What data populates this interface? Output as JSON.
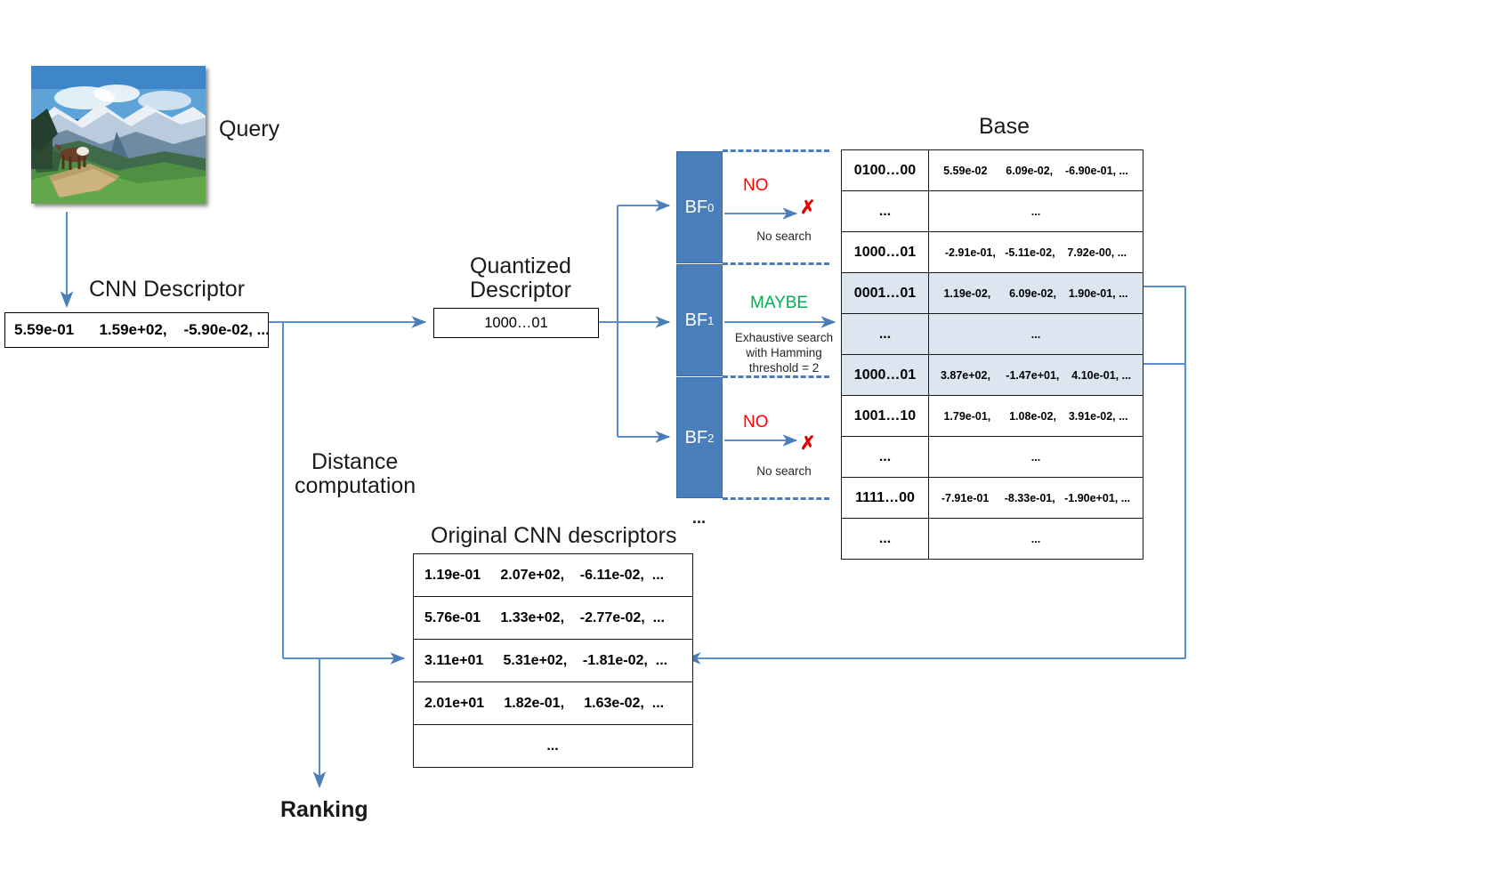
{
  "diagram": {
    "title": "Bloom-filter based CNN descriptor retrieval pipeline",
    "accent_color": "#4a7ebb",
    "no_color": "#ff0000",
    "maybe_color": "#00b050",
    "x_color": "#e00000",
    "highlight_row_color": "#dce6f1"
  },
  "labels": {
    "query": "Query",
    "cnn_descriptor": "CNN Descriptor",
    "quantized_descriptor_line1": "Quantized",
    "quantized_descriptor_line2": "Descriptor",
    "base": "Base",
    "distance_line1": "Distance",
    "distance_line2": "computation",
    "ranking": "Ranking",
    "original_cnn_descriptors": "Original CNN descriptors",
    "bf_ellipsis": "..."
  },
  "cnn_descriptor": {
    "value": "5.59e-01      1.59e+02,    -5.90e-02, ..."
  },
  "quantized_descriptor": {
    "value": "1000…01"
  },
  "bloom_filters": [
    {
      "name": "BF",
      "subscript": "0",
      "verdict": "NO",
      "verdict_type": "no",
      "note": "No search"
    },
    {
      "name": "BF",
      "subscript": "1",
      "verdict": "MAYBE",
      "verdict_type": "maybe",
      "note": "Exhaustive search\nwith Hamming\nthreshold = 2"
    },
    {
      "name": "BF",
      "subscript": "2",
      "verdict": "NO",
      "verdict_type": "no",
      "note": "No search"
    }
  ],
  "base_table": {
    "rows": [
      {
        "code": "0100…00",
        "values": "5.59e-02      6.09e-02,    -6.90e-01, ...",
        "highlight": false
      },
      {
        "code": "...",
        "values": "...",
        "highlight": false
      },
      {
        "code": "1000…01",
        "values": "-2.91e-01,   -5.11e-02,    7.92e-00, ...",
        "highlight": false
      },
      {
        "code": "0001…01",
        "values": "1.19e-02,      6.09e-02,    1.90e-01, ...",
        "highlight": true
      },
      {
        "code": "...",
        "values": "...",
        "highlight": true
      },
      {
        "code": "1000…01",
        "values": "3.87e+02,     -1.47e+01,    4.10e-01, ...",
        "highlight": true
      },
      {
        "code": "1001…10",
        "values": "1.79e-01,      1.08e-02,    3.91e-02, ...",
        "highlight": false
      },
      {
        "code": "...",
        "values": "...",
        "highlight": false
      },
      {
        "code": "1111…00",
        "values": "-7.91e-01     -8.33e-01,   -1.90e+01, ...",
        "highlight": false
      },
      {
        "code": "...",
        "values": "...",
        "highlight": false
      }
    ]
  },
  "original_cnn_table": {
    "rows": [
      {
        "value": "1.19e-01     2.07e+02,    -6.11e-02,  ...",
        "ellipsis": false
      },
      {
        "value": "5.76e-01     1.33e+02,    -2.77e-02,  ...",
        "ellipsis": false
      },
      {
        "value": "3.11e+01     5.31e+02,    -1.81e-02,  ...",
        "ellipsis": false
      },
      {
        "value": "2.01e+01     1.82e-01,     1.63e-02,  ...",
        "ellipsis": false
      },
      {
        "value": "...",
        "ellipsis": true
      }
    ]
  }
}
